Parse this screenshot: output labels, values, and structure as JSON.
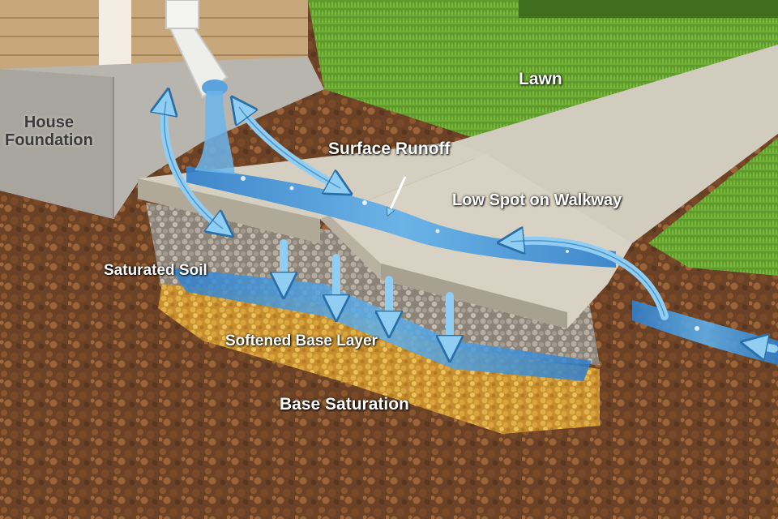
{
  "labels": {
    "house_foundation_line1": "House",
    "house_foundation_line2": "Foundation",
    "lawn": "Lawn",
    "surface_runoff": "Surface Runoff",
    "low_spot": "Low Spot on Walkway",
    "saturated_soil": "Saturated Soil",
    "softened_base": "Softened Base Layer",
    "base_saturation": "Base Saturation"
  },
  "colors": {
    "soil": "#6b4226",
    "lawn": "#5e9a2c",
    "concrete": "#d8d2c4",
    "foundation": "#b8b5ae",
    "siding": "#c9a77c",
    "water": "#3a8fd6",
    "arrow": "#7fc4ef",
    "base_gravel": "#d6a13a"
  },
  "icons": {
    "downspout": "downspout-icon",
    "flow_arrows": "water-flow-arrow-icon"
  }
}
